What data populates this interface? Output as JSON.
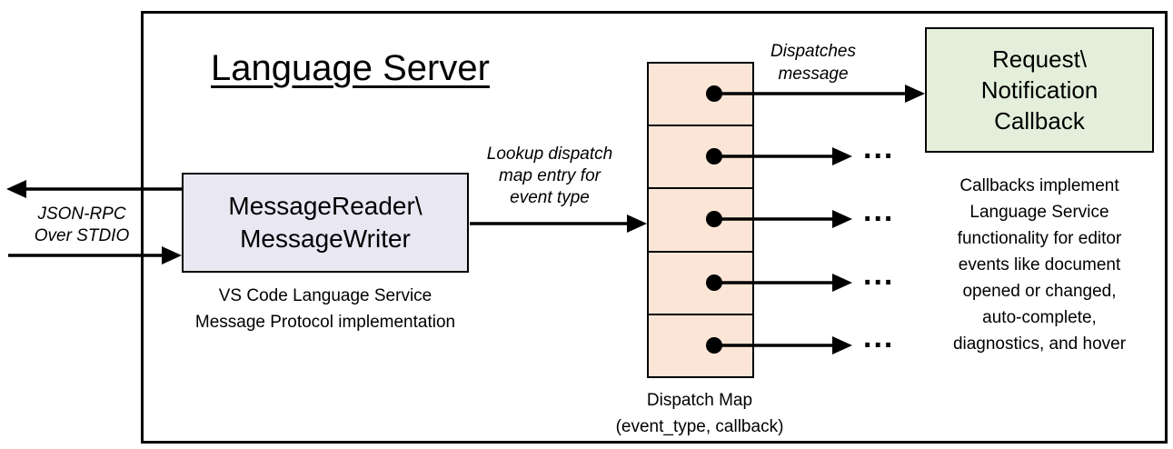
{
  "title": "Language Server",
  "left_io": {
    "label": [
      "JSON-RPC",
      "Over STDIO"
    ]
  },
  "message_box": {
    "label": [
      "MessageReader\\",
      "MessageWriter"
    ],
    "caption": [
      "VS Code Language Service",
      "Message Protocol implementation"
    ]
  },
  "lookup_arrow_label": [
    "Lookup dispatch",
    "map entry for",
    "event type"
  ],
  "dispatch_map": {
    "caption": [
      "Dispatch Map",
      "(event_type, callback)"
    ],
    "row_count": 5
  },
  "dispatch_arrow_label": [
    "Dispatches",
    "message"
  ],
  "callback_box": {
    "label": [
      "Request\\",
      "Notification",
      "Callback"
    ]
  },
  "callback_note": [
    "Callbacks implement",
    "Language Service",
    "functionality for editor",
    "events like document",
    "opened or changed,",
    "auto-complete,",
    "diagnostics, and hover"
  ],
  "ellipsis": "...",
  "colors": {
    "message-box-fill": "#e8e7f2",
    "dispatch-cell-fill": "#fbe5d6",
    "callback-box-fill": "#e3efdb",
    "stroke": "#000000"
  }
}
